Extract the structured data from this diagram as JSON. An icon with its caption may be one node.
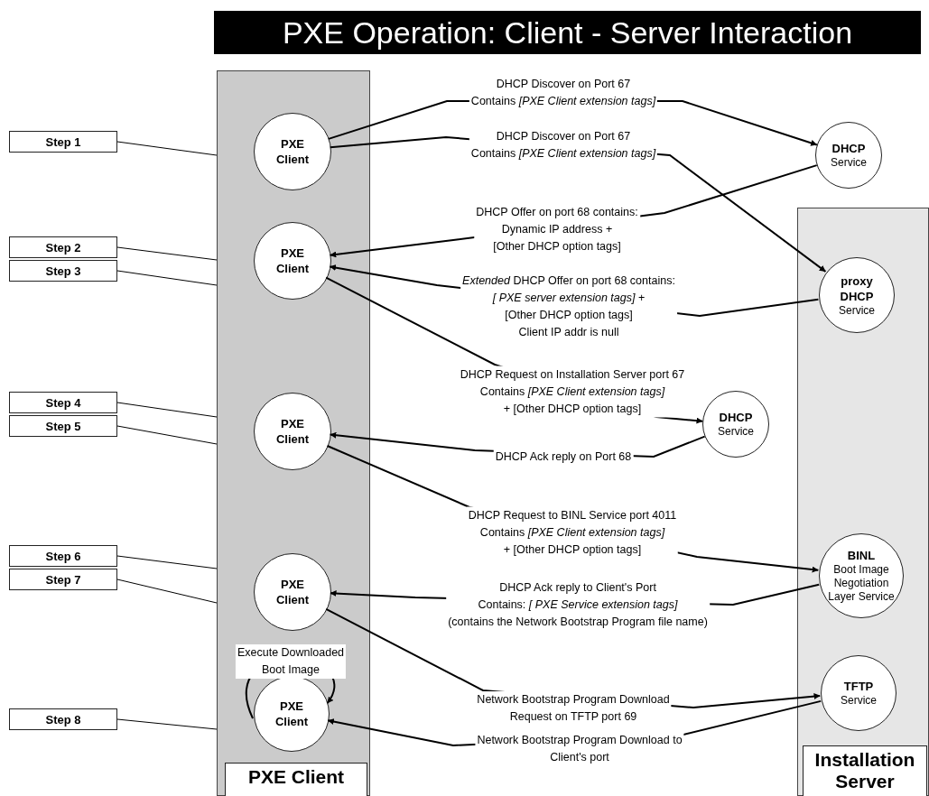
{
  "diagram": {
    "title": "PXE Operation: Client - Server Interaction",
    "nodes": [
      {
        "text": [
          "PXE Client"
        ]
      },
      {
        "text": [
          "Installation Server"
        ]
      },
      {
        "text": [
          "Step 1"
        ]
      },
      {
        "text": [
          "Step 2"
        ]
      },
      {
        "text": [
          "Step 3"
        ]
      },
      {
        "text": [
          "Step 4"
        ]
      },
      {
        "text": [
          "Step 5"
        ]
      },
      {
        "text": [
          "Step 6"
        ]
      },
      {
        "text": [
          "Step 7"
        ]
      },
      {
        "text": [
          "Step 8"
        ]
      },
      {
        "text": [
          "PXE Client"
        ],
        "in": 0
      },
      {
        "text": [
          "DHCP",
          "Service"
        ]
      },
      {
        "text": [
          "PXE Client"
        ],
        "in": 0
      },
      {
        "text": [
          "proxy DHCP",
          "Service"
        ],
        "in": 1
      },
      {
        "text": [
          "PXE Client"
        ],
        "in": 0
      },
      {
        "text": [
          "DHCP",
          "Service"
        ]
      },
      {
        "text": [
          "PXE Client"
        ],
        "in": 0
      },
      {
        "text": [
          "BINL",
          "Boot Image Negotiation Layer Service"
        ],
        "in": 1
      },
      {
        "text": [
          "TFTP",
          "Service"
        ],
        "in": 1
      },
      {
        "text": [
          "PXE Client"
        ],
        "in": 0
      }
    ],
    "edges": [
      {
        "from": 10,
        "to": 11,
        "arrow": "to",
        "label": "DHCP Discover on Port 67 Contains *[PXE Client extension tags]*"
      },
      {
        "from": 10,
        "to": 13,
        "arrow": "to",
        "label": "DHCP Discover on Port 67 Contains *[PXE Client extension tags]*"
      },
      {
        "from": 11,
        "to": 12,
        "arrow": "to",
        "label": "DHCP Offer on port 68 contains: Dynamic IP address + [Other DHCP option tags]"
      },
      {
        "from": 13,
        "to": 12,
        "arrow": "to",
        "label": "*Extended* DHCP Offer on port 68 contains: *[ PXE server extension tags]* + [Other DHCP option tags] Client IP addr is null"
      },
      {
        "from": 12,
        "to": 15,
        "arrow": "to",
        "label": "DHCP Request on Installation Server port 67 Contains *[PXE Client extension tags]* + [Other DHCP option tags]"
      },
      {
        "from": 15,
        "to": 14,
        "arrow": "to",
        "label": "DHCP Ack reply on Port 68"
      },
      {
        "from": 14,
        "to": 17,
        "arrow": "to",
        "label": "DHCP Request to BINL Service port 4011 Contains *[PXE Client extension tags]* + [Other DHCP option tags]"
      },
      {
        "from": 17,
        "to": 16,
        "arrow": "to",
        "label": "DHCP Ack reply to Client's Port Contains: *[ PXE Service extension tags]* (contains the Network Bootstrap Program file name)"
      },
      {
        "from": 16,
        "to": 18,
        "arrow": "to",
        "label": "Network Bootstrap Program Download Request on TFTP port 69"
      },
      {
        "from": 18,
        "to": 19,
        "arrow": "to",
        "label": "Network Bootstrap Program Download to Client's port"
      },
      {
        "from": 19,
        "to": 19,
        "arrow": "to",
        "label": "Execute Downloaded Boot Image"
      },
      {
        "from": 2,
        "to": 0,
        "arrow": "none"
      },
      {
        "from": 3,
        "to": 0,
        "arrow": "none"
      },
      {
        "from": 4,
        "to": 0,
        "arrow": "none"
      },
      {
        "from": 5,
        "to": 0,
        "arrow": "none"
      },
      {
        "from": 6,
        "to": 0,
        "arrow": "none"
      },
      {
        "from": 7,
        "to": 0,
        "arrow": "none"
      },
      {
        "from": 8,
        "to": 0,
        "arrow": "none"
      },
      {
        "from": 9,
        "to": 0,
        "arrow": "none"
      }
    ]
  }
}
